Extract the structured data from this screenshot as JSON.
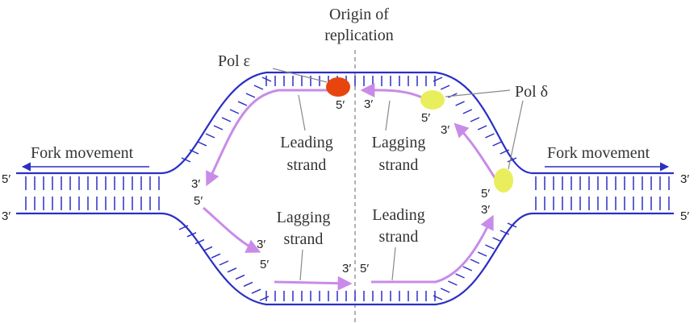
{
  "colors": {
    "parental_strand": "#2b2fc4",
    "new_strand": "#c98be8",
    "pol_epsilon": "#e8440e",
    "pol_delta": "#e9ee5c",
    "origin_line": "#888888",
    "leader_line": "#888888",
    "text": "#333333"
  },
  "labels": {
    "origin": [
      "Origin of",
      "replication"
    ],
    "pol_epsilon": "Pol ε",
    "pol_delta": "Pol δ",
    "fork_movement_left": "Fork movement",
    "fork_movement_right": "Fork movement",
    "leading_upper": [
      "Leading",
      "strand"
    ],
    "lagging_upper": [
      "Lagging",
      "strand"
    ],
    "lagging_lower": [
      "Lagging",
      "strand"
    ],
    "leading_lower": [
      "Leading",
      "strand"
    ]
  },
  "strand_ends": {
    "left_top": "5′",
    "left_bottom": "3′",
    "right_top": "3′",
    "right_bottom": "5′",
    "pol_eps_5": "5′",
    "upper_right_3": "3′",
    "pol_delta_upper_5": "5′",
    "upper_right_arrow_3": "3′",
    "right_pol_5": "5′",
    "right_lower_3": "3′",
    "upper_left_3": "3′",
    "lower_left_5": "5′",
    "lower_left_arrow_3": "3′",
    "lower_mid_5": "5′",
    "lower_mid_3": "3′",
    "lower_right_5": "5′"
  }
}
